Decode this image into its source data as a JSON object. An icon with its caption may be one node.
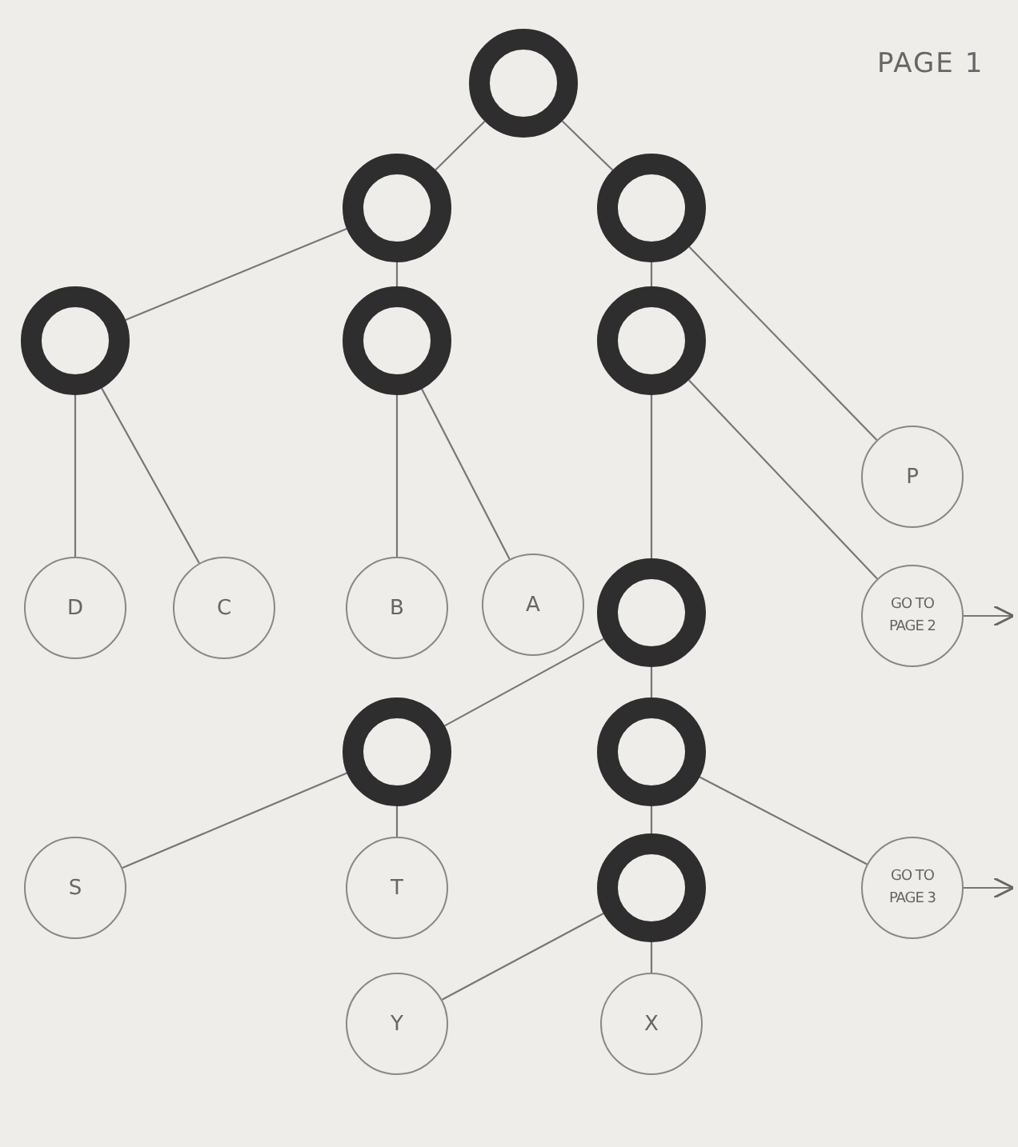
{
  "diagram": {
    "nodes": [
      {
        "text": [],
        "shape": "ring"
      },
      {
        "text": [],
        "shape": "ring"
      },
      {
        "text": [],
        "shape": "ring"
      },
      {
        "text": [],
        "shape": "ring"
      },
      {
        "text": [],
        "shape": "ring"
      },
      {
        "text": [],
        "shape": "ring"
      },
      {
        "text": [
          "P"
        ]
      },
      {
        "text": [
          "D"
        ]
      },
      {
        "text": [
          "C"
        ]
      },
      {
        "text": [
          "B"
        ]
      },
      {
        "text": [
          "A"
        ]
      },
      {
        "text": [],
        "shape": "ring"
      },
      {
        "text": [
          "GO TO PAGE 2"
        ]
      },
      {
        "text": [],
        "shape": "ring"
      },
      {
        "text": [],
        "shape": "ring"
      },
      {
        "text": [
          "S"
        ]
      },
      {
        "text": [
          "T"
        ]
      },
      {
        "text": [],
        "shape": "ring"
      },
      {
        "text": [
          "GO TO PAGE 3"
        ]
      },
      {
        "text": [
          "Y"
        ]
      },
      {
        "text": [
          "X"
        ]
      }
    ],
    "edges": [
      {
        "from": 0,
        "to": 1,
        "arrow": "none"
      },
      {
        "from": 0,
        "to": 2,
        "arrow": "none"
      },
      {
        "from": 1,
        "to": 3,
        "arrow": "none"
      },
      {
        "from": 1,
        "to": 4,
        "arrow": "none"
      },
      {
        "from": 2,
        "to": 5,
        "arrow": "none"
      },
      {
        "from": 2,
        "to": 6,
        "arrow": "none"
      },
      {
        "from": 3,
        "to": 7,
        "arrow": "none"
      },
      {
        "from": 3,
        "to": 8,
        "arrow": "none"
      },
      {
        "from": 4,
        "to": 9,
        "arrow": "none"
      },
      {
        "from": 4,
        "to": 10,
        "arrow": "none"
      },
      {
        "from": 5,
        "to": 11,
        "arrow": "none"
      },
      {
        "from": 5,
        "to": 12,
        "arrow": "none"
      },
      {
        "from": 11,
        "to": 13,
        "arrow": "none"
      },
      {
        "from": 11,
        "to": 14,
        "arrow": "none"
      },
      {
        "from": 13,
        "to": 15,
        "arrow": "none"
      },
      {
        "from": 13,
        "to": 16,
        "arrow": "none"
      },
      {
        "from": 14,
        "to": 17,
        "arrow": "none"
      },
      {
        "from": 14,
        "to": 18,
        "arrow": "none"
      },
      {
        "from": 17,
        "to": 19,
        "arrow": "none"
      },
      {
        "from": 17,
        "to": 20,
        "arrow": "none"
      },
      {
        "from": 12,
        "to": null,
        "arrow": "to"
      },
      {
        "from": 18,
        "to": null,
        "arrow": "to"
      }
    ],
    "labels": [
      "PAGE 1"
    ]
  }
}
